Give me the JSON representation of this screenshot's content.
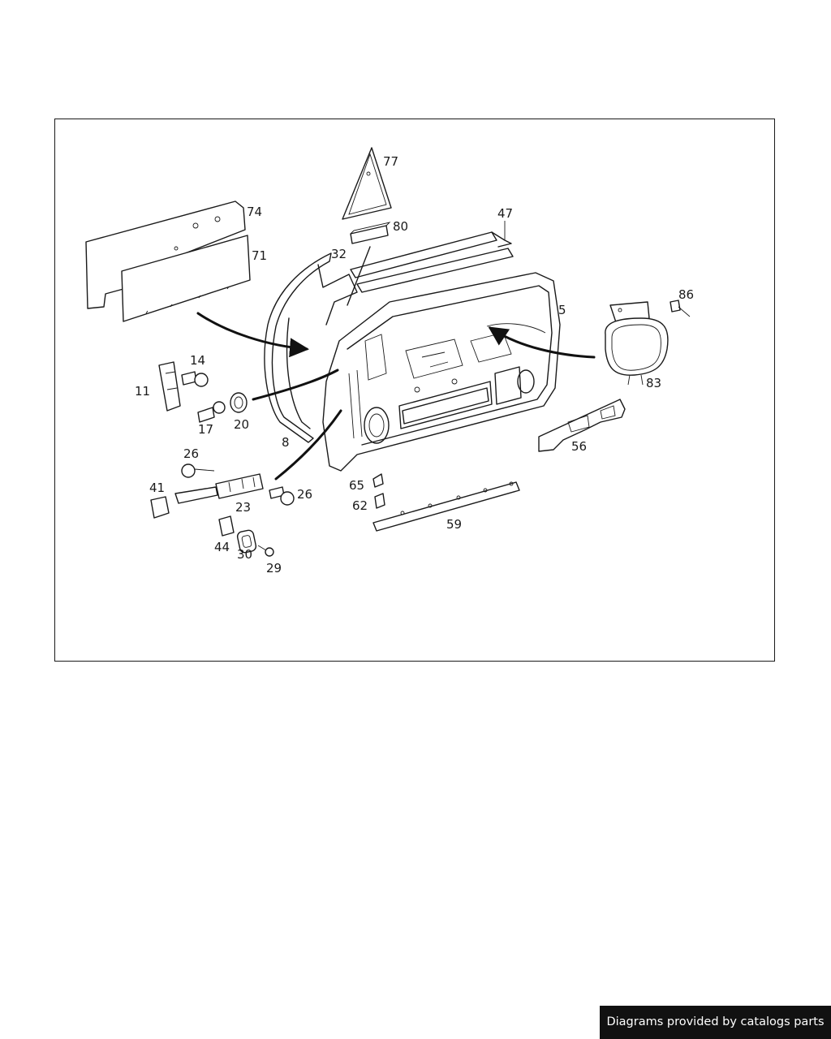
{
  "diagram": {
    "callouts": [
      "77",
      "74",
      "80",
      "47",
      "71",
      "32",
      "5",
      "86",
      "14",
      "11",
      "83",
      "17",
      "20",
      "8",
      "26",
      "56",
      "41",
      "26",
      "23",
      "65",
      "62",
      "59",
      "44",
      "30",
      "29"
    ]
  },
  "footer": {
    "credit": "Diagrams provided by catalogs parts"
  }
}
